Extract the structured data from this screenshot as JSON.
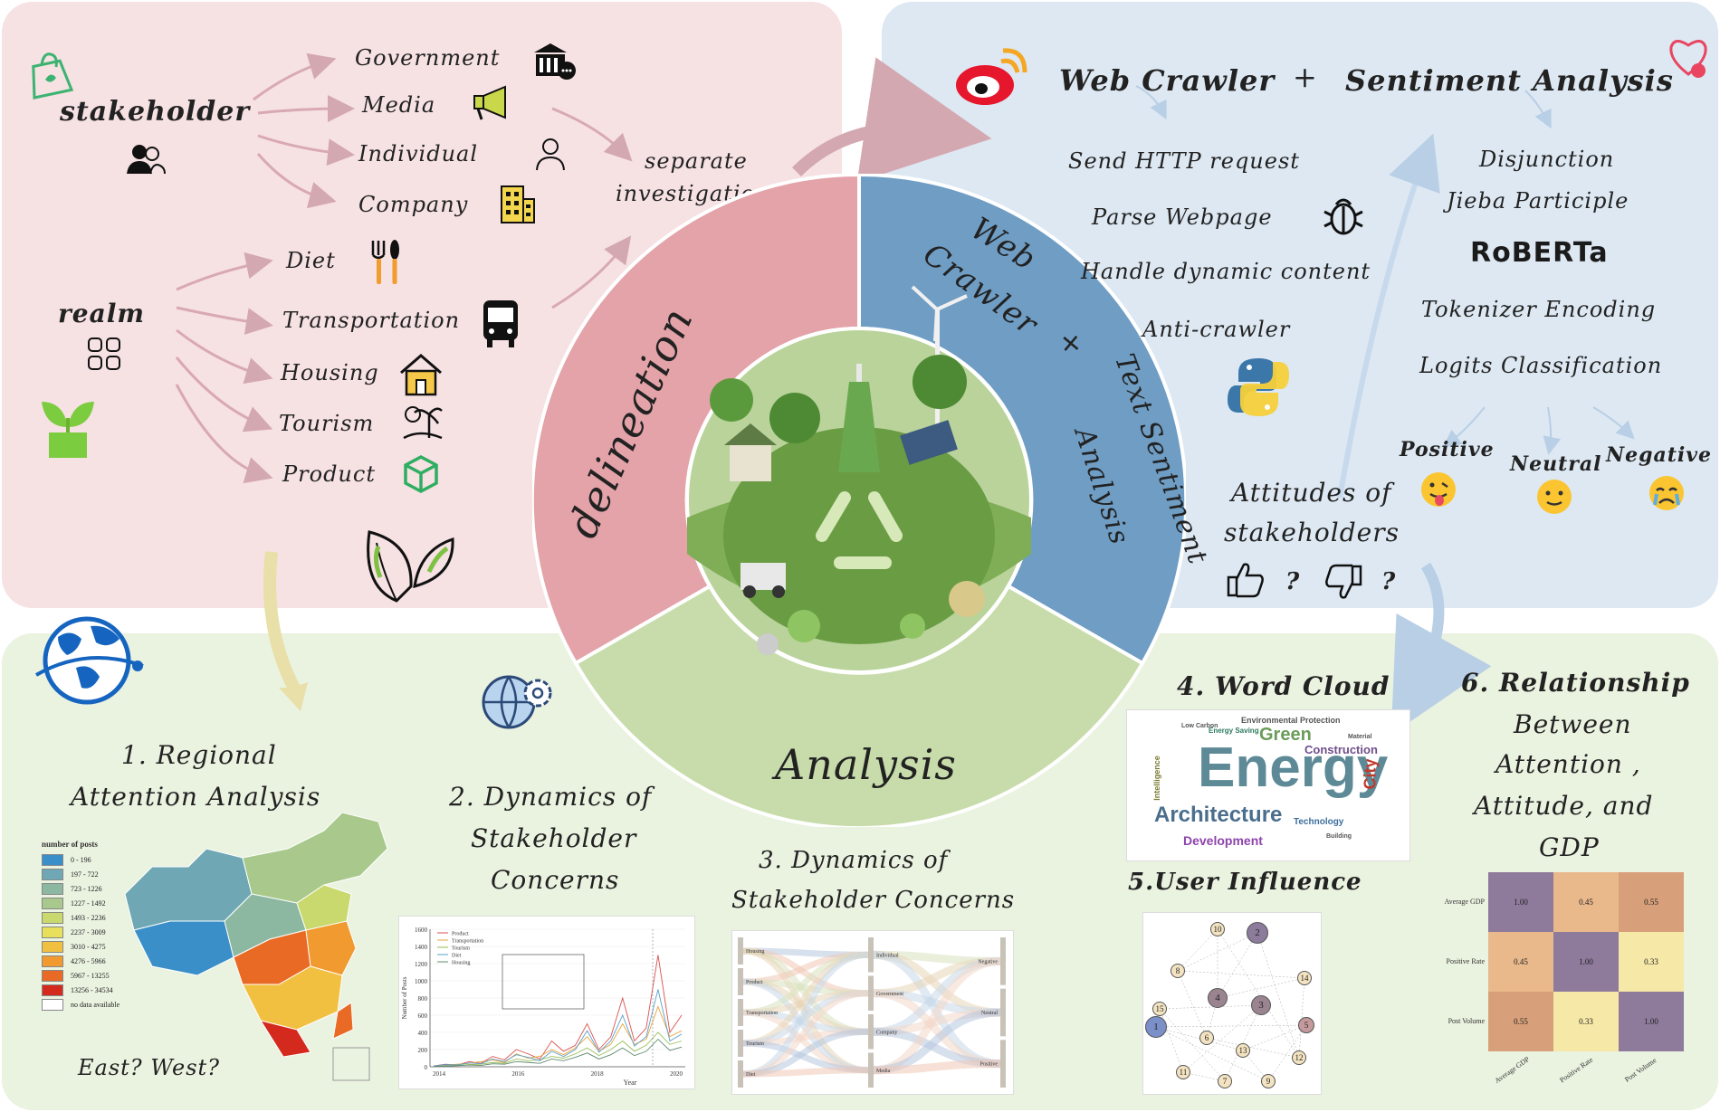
{
  "colors": {
    "pink_panel": "#f6e1e3",
    "blue_panel": "#dde8f2",
    "green_panel": "#eaf2e0",
    "ring_pink": "#e3a3a8",
    "ring_blue": "#6f9dc4",
    "ring_green": "#c7dcaa"
  },
  "delineation": {
    "stakeholder_title": "stakeholder",
    "stakeholders": [
      "Government",
      "Media",
      "Individual",
      "Company"
    ],
    "realm_title": "realm",
    "realms": [
      "Diet",
      "Transportation",
      "Housing",
      "Tourism",
      "Product"
    ],
    "separate_line1": "separate",
    "separate_line2": "investigation",
    "icons": [
      "shopping-bag-icon",
      "people-icon",
      "government-icon",
      "megaphone-icon",
      "person-icon",
      "building-icon",
      "grid-icon",
      "plant-icon",
      "utensils-icon",
      "bus-icon",
      "house-icon",
      "beach-icon",
      "cube-icon",
      "leaves-icon"
    ]
  },
  "wheel": {
    "delineation": "delineation",
    "webcrawler_line1": "Web",
    "webcrawler_line2": "Crawler",
    "plus": "+",
    "sentiment_line1": "Text Sentiment",
    "sentiment_line2": "Analysis",
    "analysis": "Analysis"
  },
  "crawler": {
    "title_web": "Web Crawler",
    "plus": "+",
    "title_sentiment": "Sentiment Analysis",
    "steps": [
      "Send HTTP request",
      "Parse Webpage",
      "Handle dynamic content",
      "Anti-crawler"
    ],
    "nlp_steps": [
      "Disjunction",
      "Jieba Participle",
      "RoBERTa",
      "Tokenizer Encoding",
      "Logits Classification"
    ],
    "sentiments": [
      "Positive",
      "Neutral",
      "Negative"
    ],
    "attitudes_line1": "Attitudes of",
    "attitudes_line2": "stakeholders",
    "question": "?"
  },
  "analysis": {
    "regional_title1": "1. Regional",
    "regional_title2": "Attention Analysis",
    "map_legend_title": "number of posts",
    "map_legend": [
      {
        "label": "0 - 196",
        "color": "#3a8fc9"
      },
      {
        "label": "197 - 722",
        "color": "#6fa7b5"
      },
      {
        "label": "723 - 1226",
        "color": "#8cb7a0"
      },
      {
        "label": "1227 - 1492",
        "color": "#a9c98c"
      },
      {
        "label": "1493 - 2236",
        "color": "#c9d96e"
      },
      {
        "label": "2237 - 3009",
        "color": "#e8e05a"
      },
      {
        "label": "3010 - 4275",
        "color": "#f2c040"
      },
      {
        "label": "4276 - 5966",
        "color": "#f09a30"
      },
      {
        "label": "5967 - 13255",
        "color": "#e86a25"
      },
      {
        "label": "13256 - 34534",
        "color": "#d42a1e"
      },
      {
        "label": "no data available",
        "color": "#ffffff"
      }
    ],
    "east_west": "East? West?",
    "dyn2_title1": "2. Dynamics of",
    "dyn2_title2": "Stakeholder",
    "dyn2_title3": "Concerns",
    "dyn3_title1": "3. Dynamics of",
    "dyn3_title2": "Stakeholder Concerns",
    "wordcloud_title": "4. Word Cloud",
    "user_influence_title": "5.User Influence",
    "rel_title1": "6. Relationship",
    "rel_title2": "Between",
    "rel_title3": "Attention ,",
    "rel_title4": "Attitude, and",
    "rel_title5": "GDP"
  },
  "chart_data": [
    {
      "type": "line",
      "xlabel": "Year",
      "ylabel": "Number of Posts",
      "x_ticks": [
        "2014",
        "2016",
        "2018",
        "2020"
      ],
      "y_ticks": [
        "0",
        "200",
        "400",
        "600",
        "800",
        "1000",
        "1200",
        "1400",
        "1600"
      ],
      "ylim": [
        0,
        1600
      ],
      "series": [
        {
          "name": "Product",
          "color": "#d9534f",
          "values": [
            10,
            30,
            20,
            60,
            40,
            120,
            80,
            200,
            150,
            90,
            300,
            180,
            250,
            500,
            200,
            350,
            800,
            300,
            450,
            1300,
            400,
            600
          ]
        },
        {
          "name": "Transportation",
          "color": "#e8a33d",
          "values": [
            5,
            20,
            30,
            40,
            60,
            80,
            50,
            150,
            100,
            120,
            200,
            140,
            220,
            350,
            180,
            260,
            500,
            260,
            320,
            700,
            350,
            420
          ]
        },
        {
          "name": "Tourism",
          "color": "#9bbf5a",
          "values": [
            5,
            10,
            15,
            25,
            30,
            50,
            40,
            90,
            70,
            80,
            120,
            100,
            150,
            220,
            130,
            200,
            300,
            180,
            250,
            400,
            260,
            300
          ]
        },
        {
          "name": "Diet",
          "color": "#5aa0c8",
          "values": [
            8,
            25,
            20,
            45,
            35,
            90,
            60,
            140,
            110,
            70,
            180,
            120,
            200,
            420,
            170,
            300,
            600,
            240,
            350,
            900,
            300,
            380
          ]
        },
        {
          "name": "Housing",
          "color": "#5f8b6f",
          "values": [
            3,
            8,
            12,
            20,
            15,
            35,
            30,
            60,
            50,
            40,
            90,
            70,
            110,
            160,
            90,
            140,
            220,
            130,
            180,
            320,
            190,
            230
          ]
        }
      ]
    },
    {
      "type": "sankey",
      "left_nodes": [
        "Housing",
        "Product",
        "Transportation",
        "Tourism",
        "Diet"
      ],
      "middle_nodes": [
        "Individual",
        "Government",
        "Company",
        "Media"
      ],
      "right_nodes": [
        "Negative",
        "Neutral",
        "Positive"
      ]
    },
    {
      "type": "heatmap",
      "rows": [
        "Average GDP",
        "Positive Rate",
        "Post Volume"
      ],
      "cols": [
        "Average GDP",
        "Positive Rate",
        "Post Volume"
      ],
      "values": [
        [
          1.0,
          0.45,
          0.55
        ],
        [
          0.45,
          1.0,
          0.33
        ],
        [
          0.55,
          0.33,
          1.0
        ]
      ],
      "labels": [
        [
          "1.00",
          "0.45",
          "0.55"
        ],
        [
          "0.45",
          "1.00",
          "0.33"
        ],
        [
          "0.55",
          "0.33",
          "1.00"
        ]
      ]
    },
    {
      "type": "network",
      "nodes": [
        "1",
        "2",
        "3",
        "4",
        "5",
        "6",
        "7",
        "8",
        "9",
        "10",
        "11",
        "12",
        "13",
        "14",
        "15"
      ]
    }
  ],
  "wordcloud": {
    "words": [
      "Energy",
      "Architecture",
      "Green",
      "Construction",
      "City",
      "Development",
      "Environmental Protection",
      "Energy Saving",
      "Technology",
      "Intelligence",
      "Low Carbon",
      "Material",
      "Building"
    ]
  }
}
